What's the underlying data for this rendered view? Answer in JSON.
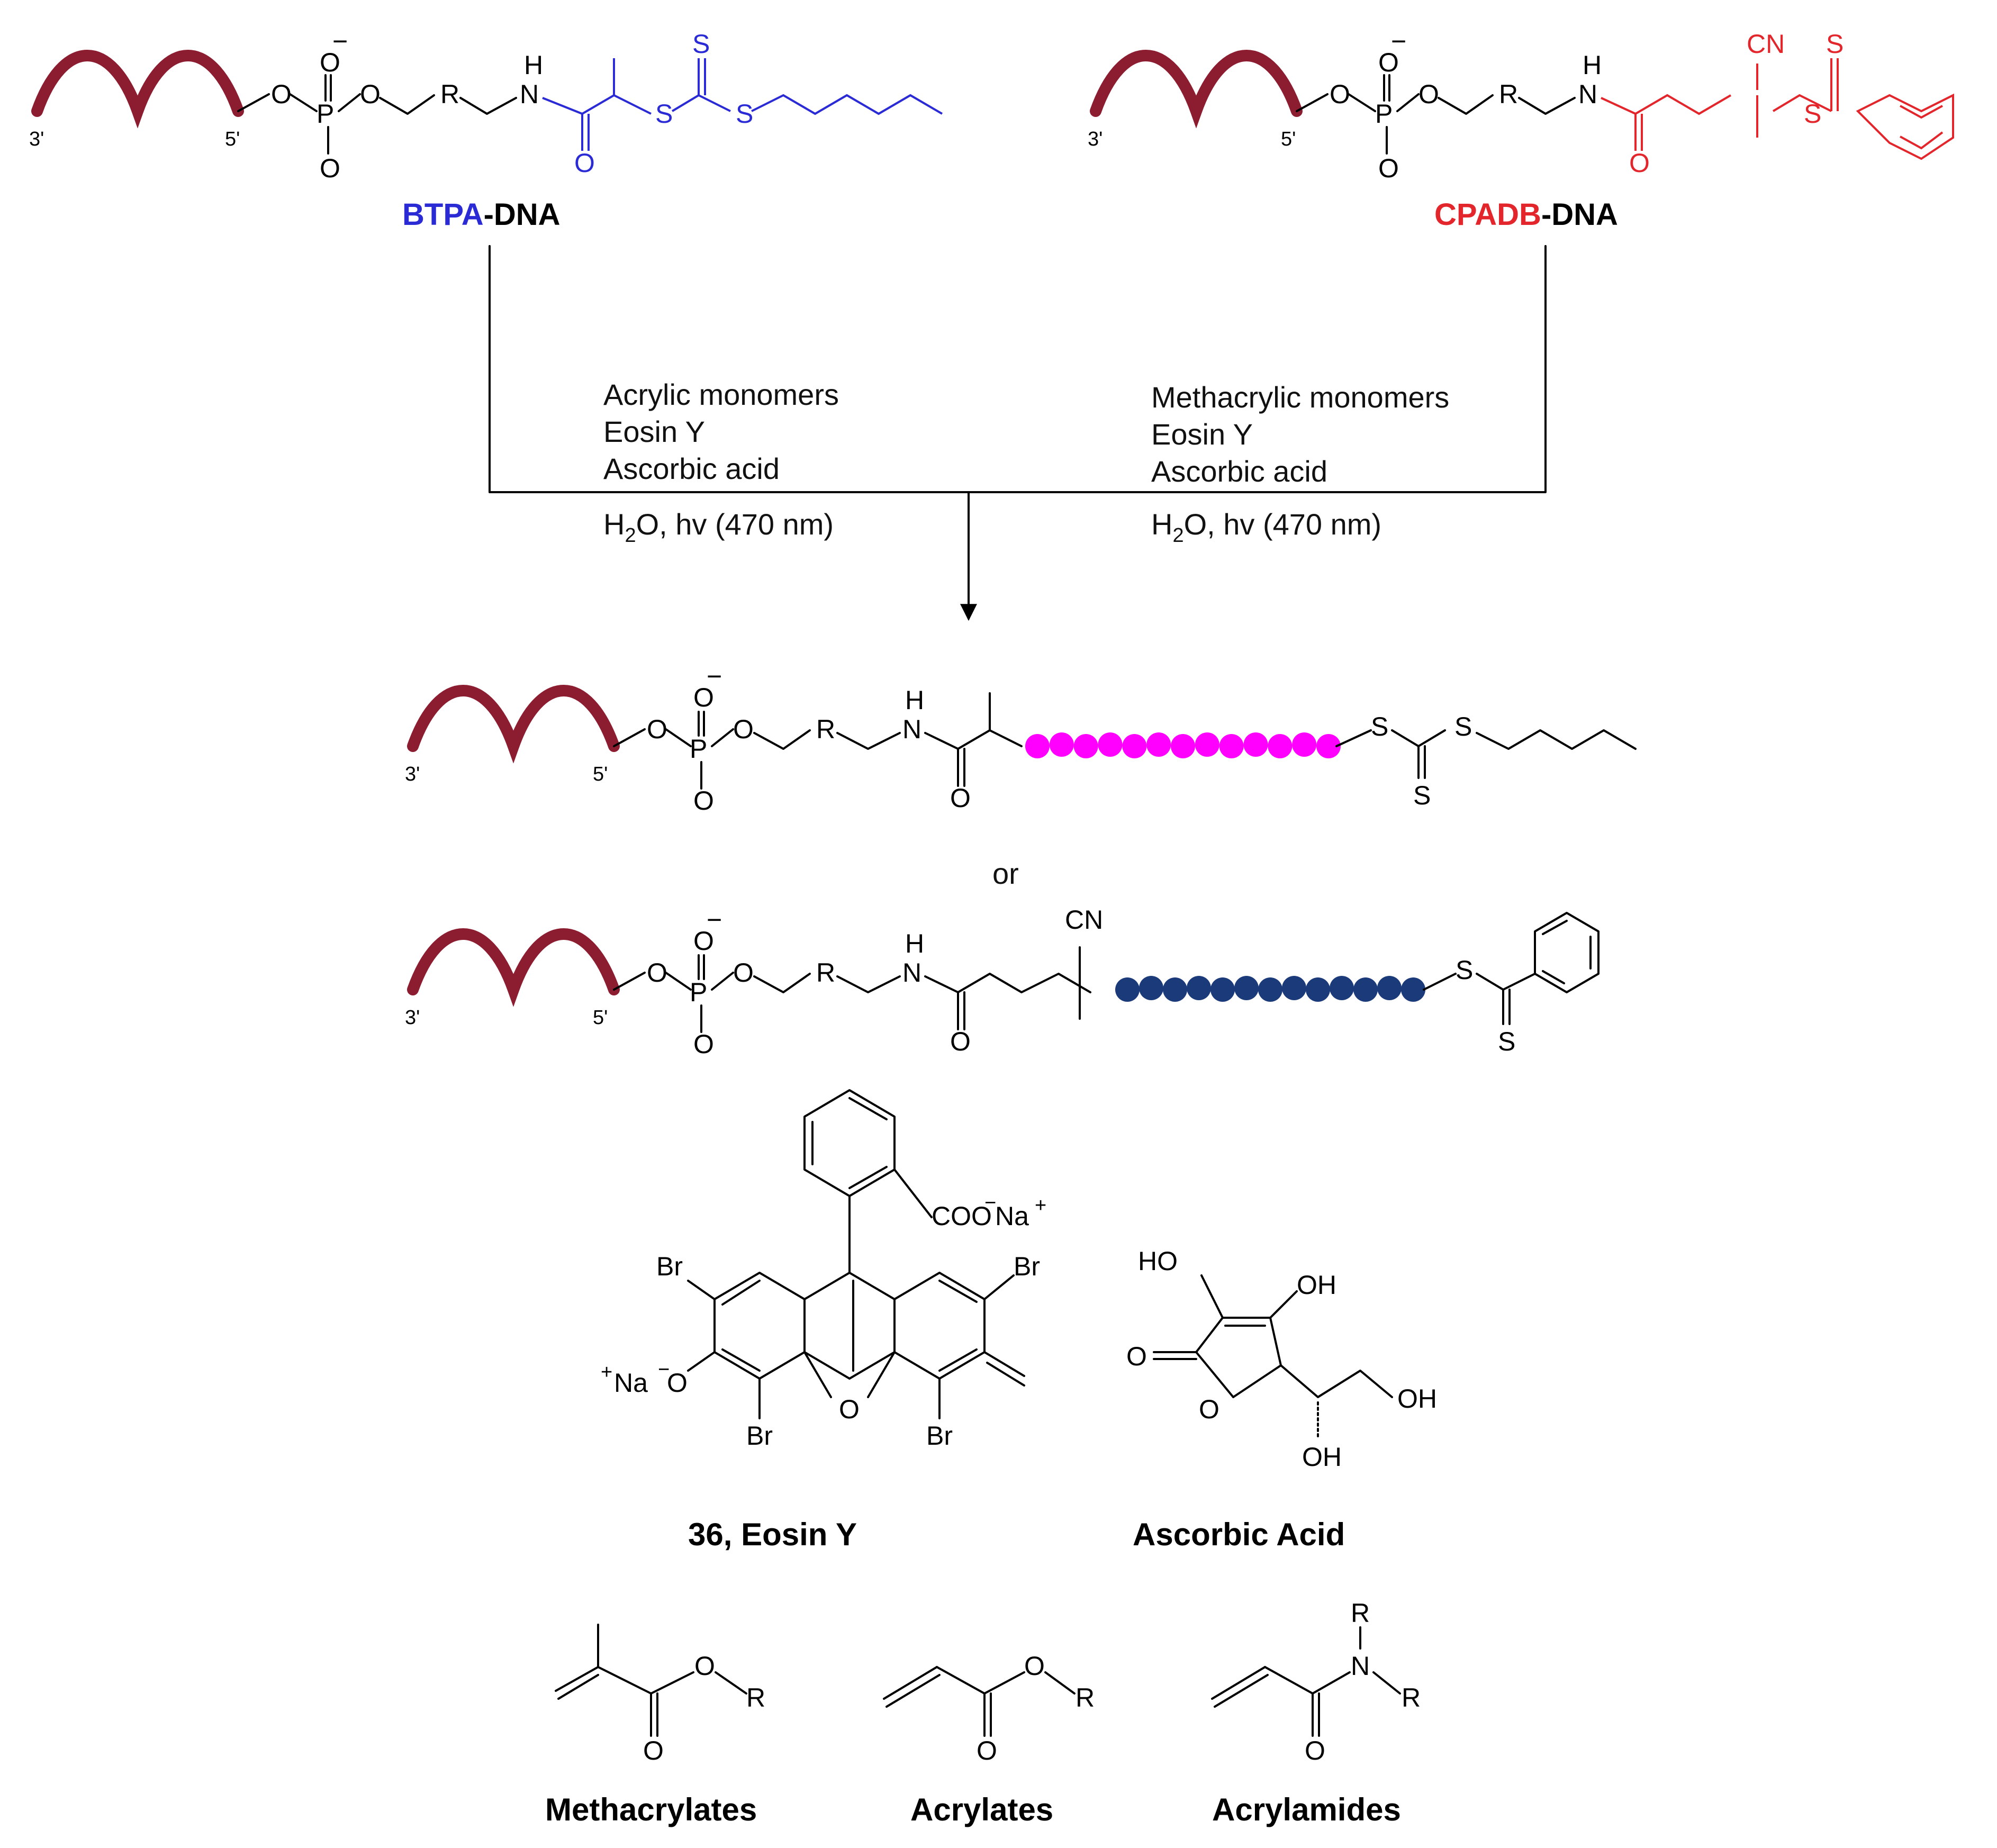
{
  "colors": {
    "btpa": "#2b2bd6",
    "cpadb": "#e3262b",
    "dna": "#8c1c2f",
    "acrylic_beads": "#ff00ff",
    "methacrylic_beads": "#1b3a7a"
  },
  "reagents": {
    "btpa": {
      "name": "BTPA",
      "suffix": "-DNA"
    },
    "cpadb": {
      "name": "CPADB",
      "suffix": "-DNA"
    }
  },
  "labels": {
    "three_prime": "3'",
    "five_prime": "5'",
    "or": "or"
  },
  "atoms": {
    "O": "O",
    "P": "P",
    "R": "R",
    "H": "H",
    "N": "N",
    "S": "S",
    "CN": "CN",
    "minus": "−",
    "OH": "OH",
    "HO": "HO",
    "Br": "Br"
  },
  "conditions": {
    "left": {
      "monomers": "Acrylic monomers",
      "catalyst": "Eosin Y",
      "reductant": "Ascorbic acid",
      "solvent": "H",
      "subscript": "2",
      "rest": "O, hv (470 nm)"
    },
    "right": {
      "monomers": "Methacrylic monomers",
      "catalyst": "Eosin Y",
      "reductant": "Ascorbic acid",
      "solvent": "H",
      "subscript": "2",
      "rest": "O, hv (470 nm)"
    }
  },
  "bottom": {
    "eosin_label": "36, Eosin Y",
    "eosin_coo": "COO",
    "eosin_na": "Na",
    "eosin_na_left": "Na",
    "plus": "+",
    "ascorbic_label": "Ascorbic Acid",
    "monomers": [
      "Methacrylates",
      "Acrylates",
      "Acrylamides"
    ]
  }
}
